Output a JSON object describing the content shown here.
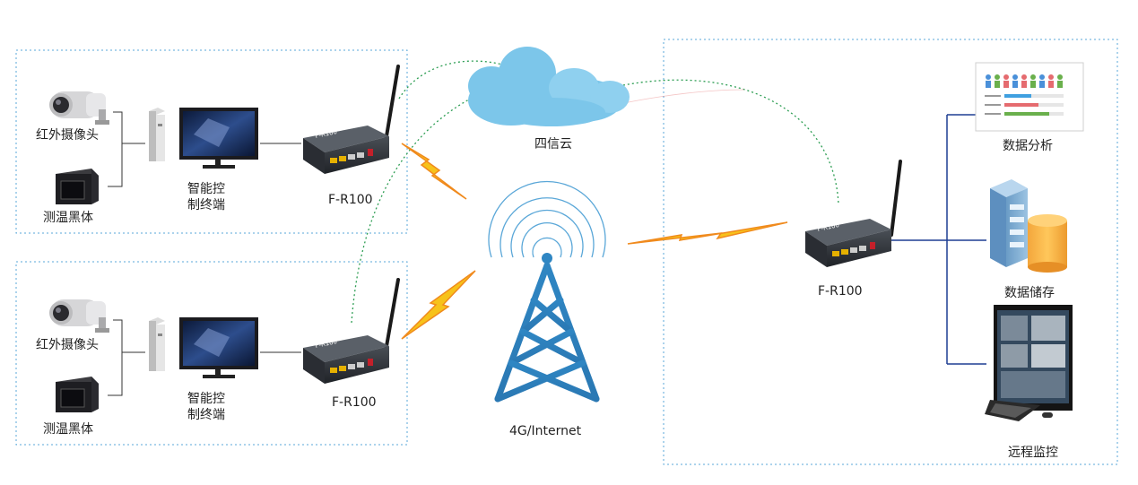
{
  "colors": {
    "dotted_border": "#5aa7d8",
    "link_line": "#333333",
    "network_green": "#2e9e54",
    "cloud": "#7cc6ea",
    "tower": "#2f86c3",
    "bolt_yellow": "#f7c21a",
    "bolt_orange": "#f08a1d",
    "tree_line": "#1f3f94"
  },
  "left_top_group": {
    "camera_label": "红外摄像头",
    "blackbody_label": "测温黑体",
    "terminal_label_line1": "智能控",
    "terminal_label_line2": "制终端",
    "router_label": "F-R100"
  },
  "left_bottom_group": {
    "camera_label": "红外摄像头",
    "blackbody_label": "测温黑体",
    "terminal_label_line1": "智能控",
    "terminal_label_line2": "制终端",
    "router_label": "F-R100"
  },
  "center": {
    "cloud_label": "四信云",
    "tower_label": "4G/Internet"
  },
  "right_group": {
    "router_label": "F-R100",
    "analysis_label": "数据分析",
    "storage_label": "数据储存",
    "monitor_label": "远程监控"
  }
}
